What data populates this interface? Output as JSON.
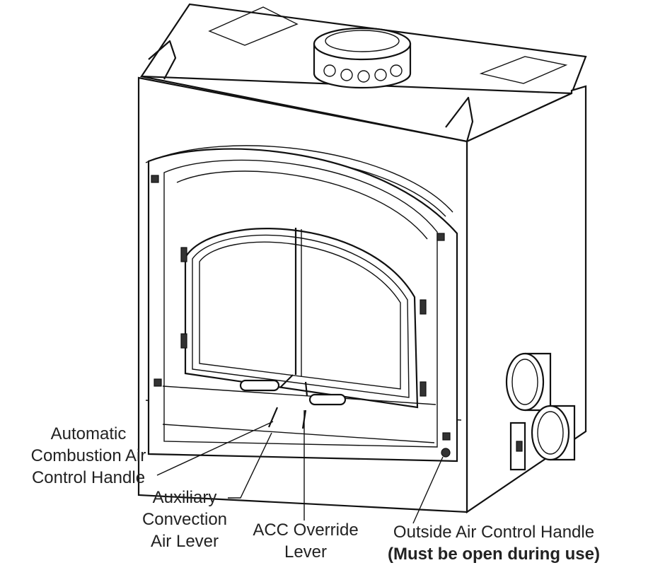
{
  "labels": {
    "automatic_combustion": [
      "Automatic",
      "Combustion Air",
      "Control Handle"
    ],
    "auxiliary_convection": [
      "Auxiliary",
      "Convection",
      "Air Lever"
    ],
    "acc_override": [
      "ACC Override",
      "Lever"
    ],
    "outside_air": [
      "Outside Air Control Handle",
      "(Must be open during use)"
    ]
  }
}
